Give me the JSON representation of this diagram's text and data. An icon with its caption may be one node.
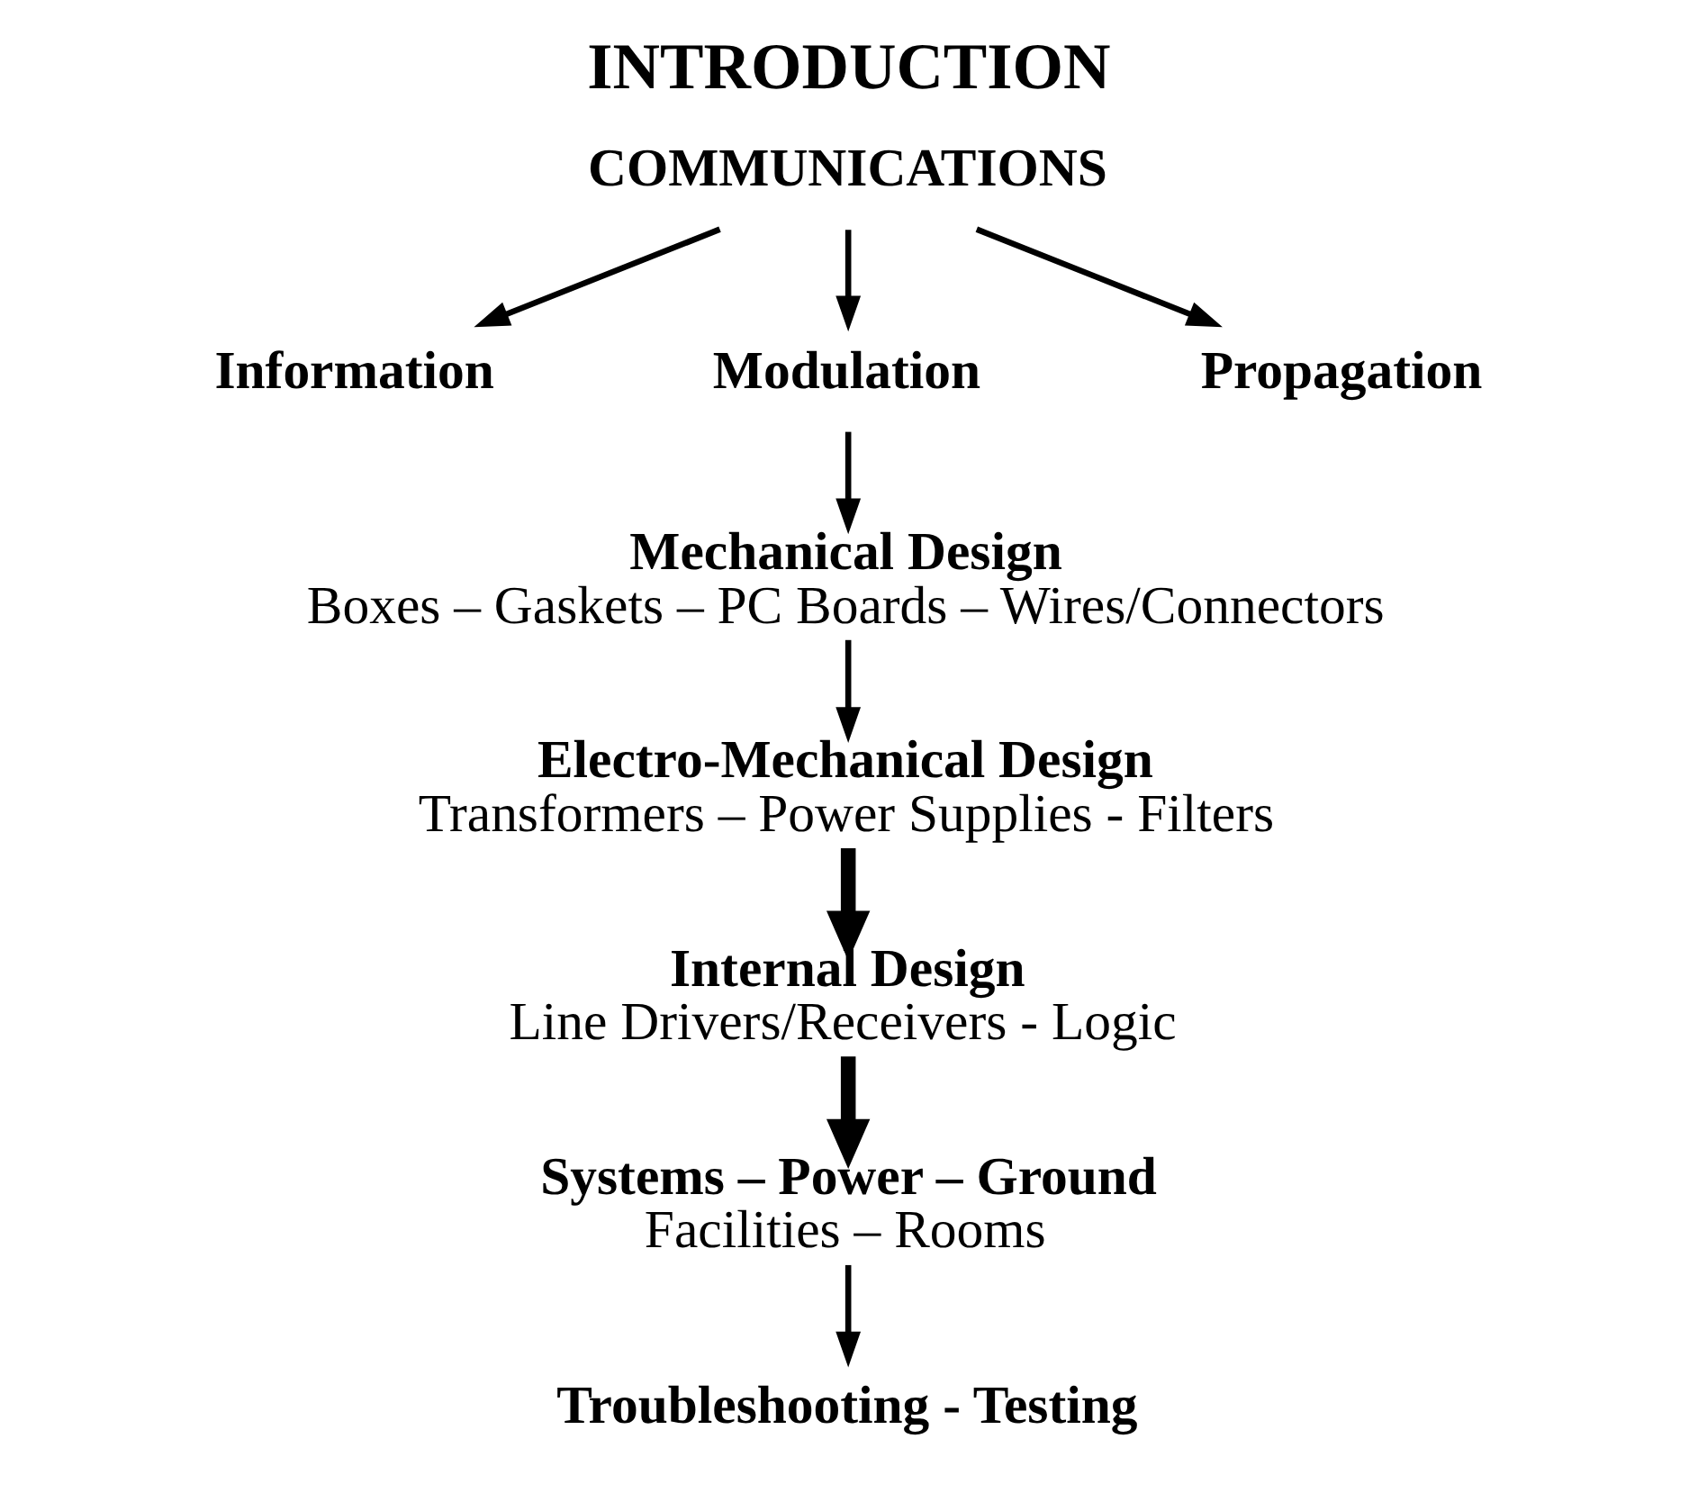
{
  "diagram": {
    "title": "INTRODUCTION",
    "nodes": [
      {
        "text": [
          "COMMUNICATIONS"
        ]
      },
      {
        "text": [
          "Information"
        ]
      },
      {
        "text": [
          "Modulation"
        ]
      },
      {
        "text": [
          "Propagation"
        ]
      },
      {
        "text": [
          "Mechanical Design",
          "Boxes – Gaskets – PC Boards – Wires/Connectors"
        ]
      },
      {
        "text": [
          "Electro-Mechanical Design",
          "Transformers – Power Supplies - Filters"
        ]
      },
      {
        "text": [
          "Internal Design",
          "Line Drivers/Receivers - Logic"
        ]
      },
      {
        "text": [
          "Systems – Power – Ground",
          "Facilities – Rooms"
        ]
      },
      {
        "text": [
          "Troubleshooting - Testing"
        ]
      }
    ],
    "edges": [
      {
        "from": 0,
        "to": 1,
        "arrow": "to"
      },
      {
        "from": 0,
        "to": 2,
        "arrow": "to"
      },
      {
        "from": 0,
        "to": 3,
        "arrow": "to"
      },
      {
        "from": 2,
        "to": 4,
        "arrow": "to"
      },
      {
        "from": 4,
        "to": 5,
        "arrow": "to"
      },
      {
        "from": 5,
        "to": 6,
        "arrow": "to",
        "style": "thick"
      },
      {
        "from": 6,
        "to": 7,
        "arrow": "to",
        "style": "thick"
      },
      {
        "from": 7,
        "to": 8,
        "arrow": "to"
      }
    ]
  }
}
